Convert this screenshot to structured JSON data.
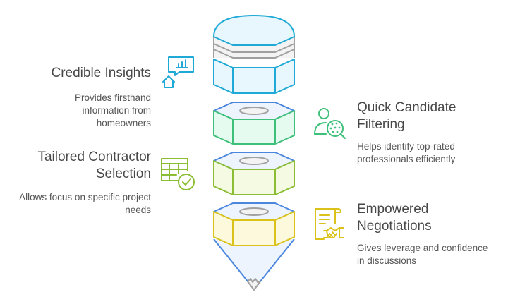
{
  "colors": {
    "blue": "#1fa9d6",
    "green": "#3ec07a",
    "lime": "#8bbd35",
    "yellow": "#dbc21a",
    "top_edge": "#4a86de",
    "gray": "#a0a0a0"
  },
  "items": [
    {
      "title": "Credible Insights",
      "description": "Provides firsthand information from homeowners",
      "icon": "house-chart-speech-icon",
      "color": "#1fa9d6",
      "side": "left"
    },
    {
      "title": "Quick Candidate Filtering",
      "description": "Helps identify top-rated professionals efficiently",
      "icon": "person-search-icon",
      "color": "#3ec07a",
      "side": "right"
    },
    {
      "title": "Tailored Contractor Selection",
      "description": "Allows focus on specific project needs",
      "icon": "table-check-icon",
      "color": "#8bbd35",
      "side": "left"
    },
    {
      "title": "Empowered Negotiations",
      "description": "Gives leverage and confidence in discussions",
      "icon": "contract-handshake-icon",
      "color": "#dbc21a",
      "side": "right"
    }
  ]
}
